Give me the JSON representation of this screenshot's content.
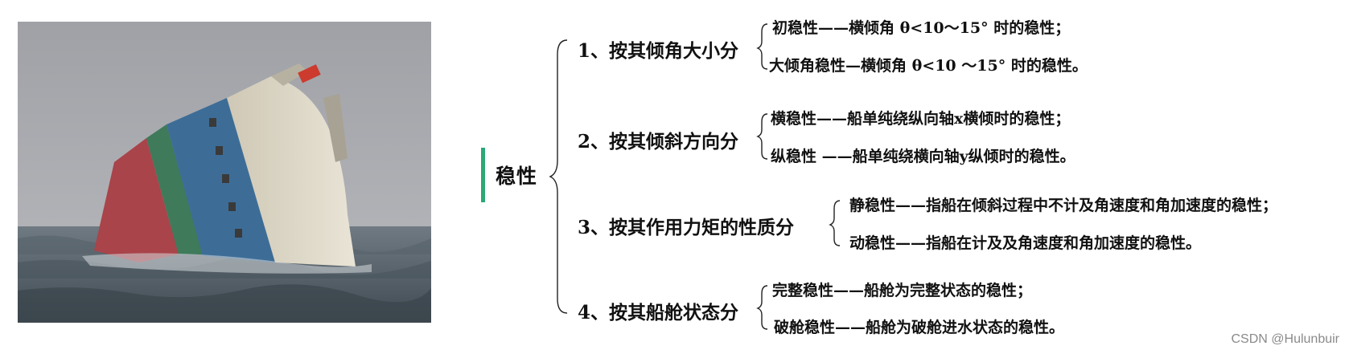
{
  "root": {
    "label": "稳性",
    "accent_color": "#2aa876"
  },
  "categories": [
    {
      "label": "1、按其倾角大小分",
      "items": [
        "初稳性——横倾角 θ<10～15° 时的稳性；",
        "大倾角稳性—横倾角 θ<10 ～15° 时的稳性。"
      ]
    },
    {
      "label": "2、按其倾斜方向分",
      "items": [
        "横稳性——船单纯绕纵向轴x横倾时的稳性；",
        "纵稳性 ——船单纯绕横向轴y纵倾时的稳性。"
      ]
    },
    {
      "label": "3、按其作用力矩的性质分",
      "items": [
        "静稳性——指船在倾斜过程中不计及角速度和角加速度的稳性；",
        "动稳性——指船在计及及角速度和角加速度的稳性。"
      ]
    },
    {
      "label": "4、按其船舱状态分",
      "items": [
        "完整稳性——船舱为完整状态的稳性；",
        "破舱稳性——船舱为破舱进水状态的稳性。"
      ]
    }
  ],
  "photo": {
    "subject": "listing car-carrier ship in rough sea"
  },
  "watermark": "CSDN @Hulunbuir"
}
